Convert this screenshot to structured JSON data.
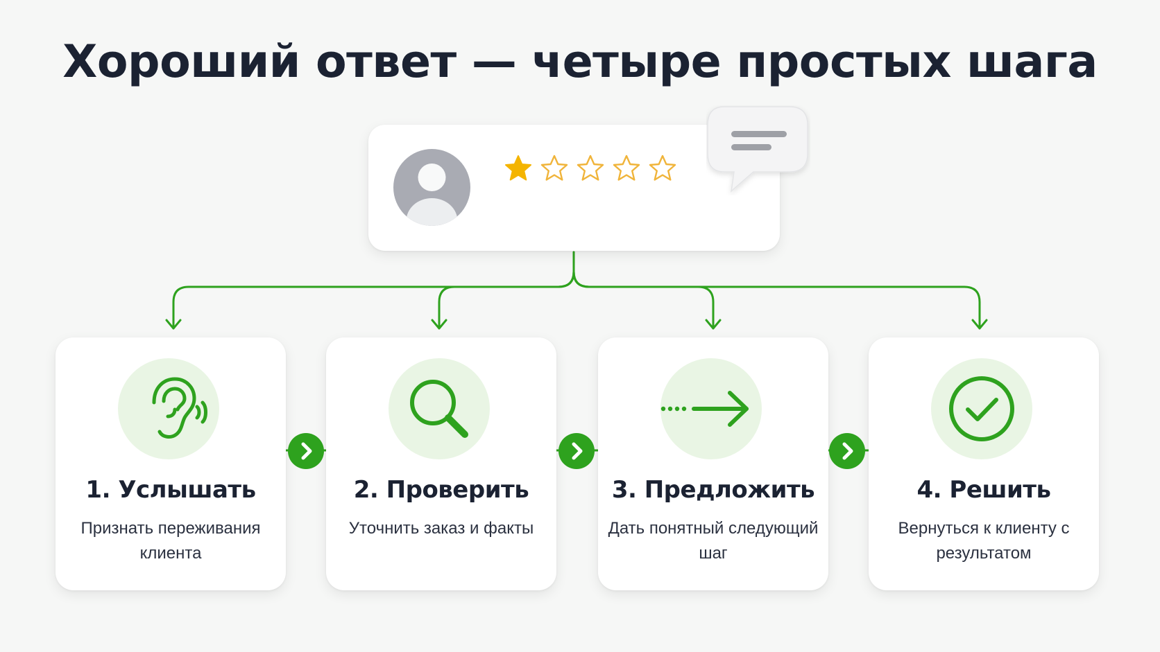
{
  "title": "Хороший ответ — четыре простых шага",
  "review": {
    "avatar_icon": "user-avatar-icon",
    "rating": 1,
    "max_rating": 5,
    "bubble_icon": "chat-bubble-icon"
  },
  "colors": {
    "accent": "#2ea21e",
    "icon_bg": "#e9f5e4",
    "star_filled": "#f4b400",
    "star_outline": "#f0b43a",
    "title": "#1b2232"
  },
  "steps": [
    {
      "title": "1. Услышать",
      "desc": "Признать переживания клиента",
      "icon": "ear-icon"
    },
    {
      "title": "2. Проверить",
      "desc": "Уточнить заказ и факты",
      "icon": "magnifier-icon"
    },
    {
      "title": "3. Предложить",
      "desc": "Дать понятный следующий шаг",
      "icon": "dotted-arrow-right-icon"
    },
    {
      "title": "4. Решить",
      "desc": "Вернуться к клиенту с результатом",
      "icon": "check-circle-icon"
    }
  ]
}
